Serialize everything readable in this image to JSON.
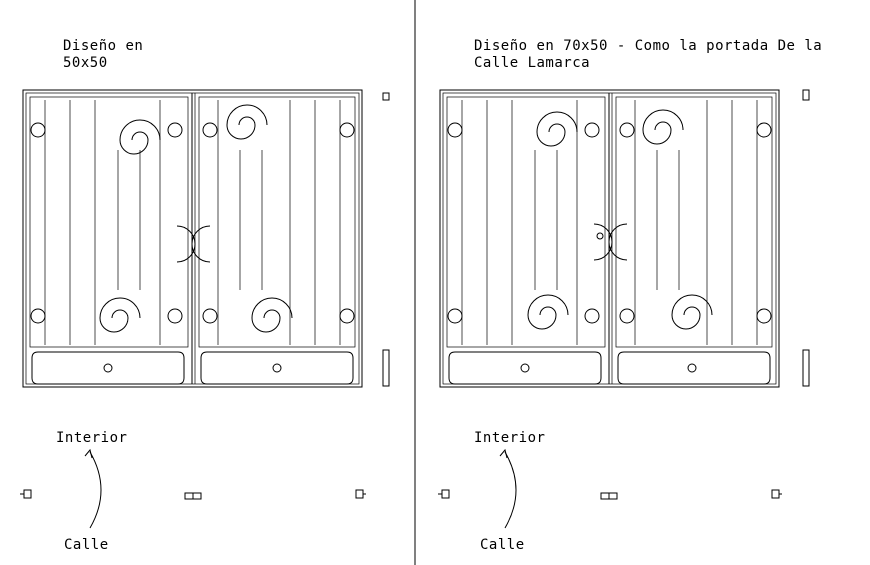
{
  "left": {
    "title_line1": "Diseño en",
    "title_line2": "50x50",
    "interior": "Interior",
    "calle": "Calle"
  },
  "right": {
    "title_line1": "Diseño en 70x50 - Como la portada De la",
    "title_line2": "Calle Lamarca",
    "interior": "Interior",
    "calle": "Calle"
  }
}
